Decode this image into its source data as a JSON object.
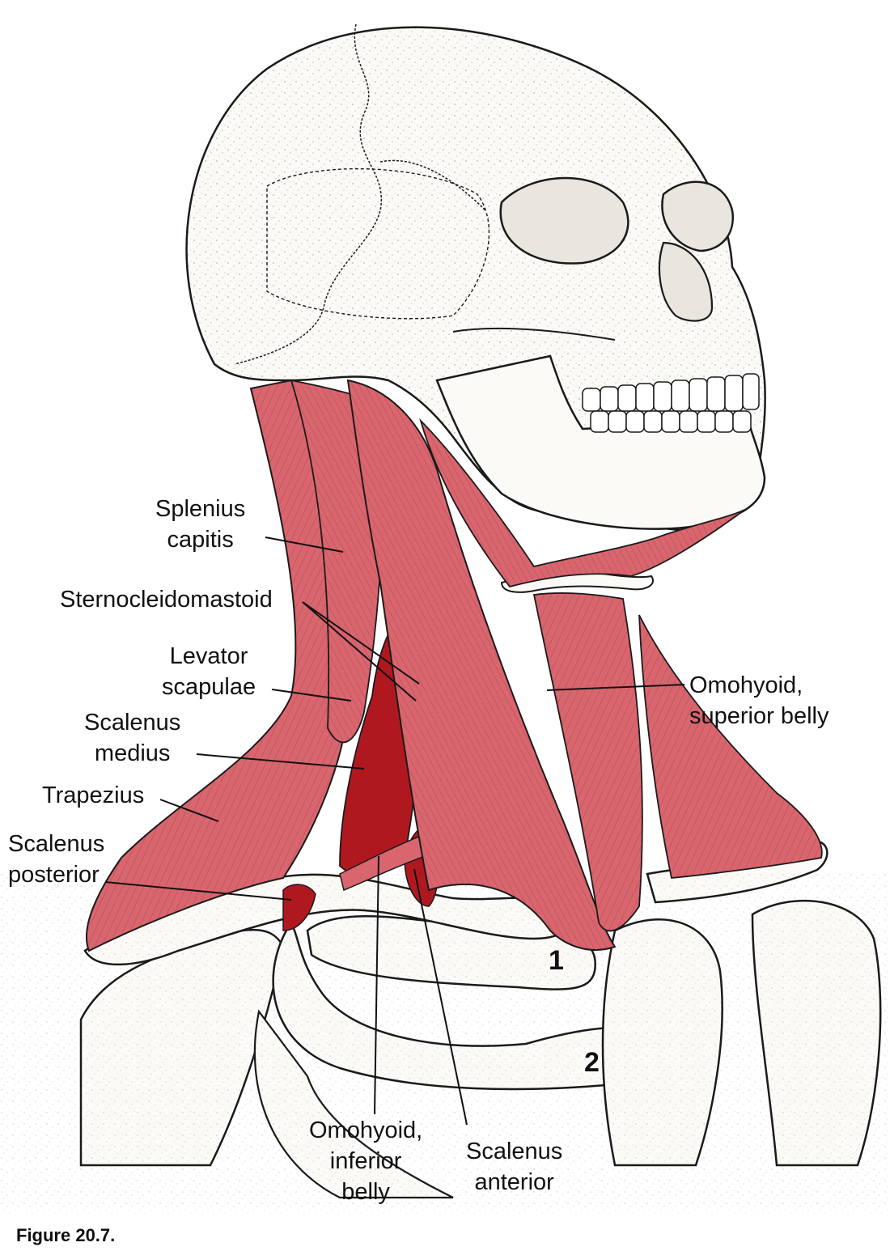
{
  "colors": {
    "muscle": "#d9666f",
    "muscle_dark": "#b01820",
    "muscle_light": "#eaa0a6",
    "bone": "#fbfaf6",
    "outline": "#1a1a1a",
    "leader": "#111111"
  },
  "labels": {
    "splenius_capitis": [
      "Splenius",
      "capitis"
    ],
    "sternocleidomastoid": [
      "Sternocleidomastoid"
    ],
    "levator_scapulae": [
      "Levator",
      "scapulae"
    ],
    "scalenus_medius": [
      "Scalenus",
      "medius"
    ],
    "trapezius": [
      "Trapezius"
    ],
    "scalenus_posterior": [
      "Scalenus",
      "posterior"
    ],
    "omohyoid_superior": [
      "Omohyoid,",
      "superior belly"
    ],
    "omohyoid_inferior": [
      "Omohyoid,",
      "inferior",
      "belly"
    ],
    "scalenus_anterior": [
      "Scalenus",
      "anterior"
    ]
  },
  "rib_numbers": [
    "1",
    "2"
  ],
  "caption": "Figure 20.7."
}
